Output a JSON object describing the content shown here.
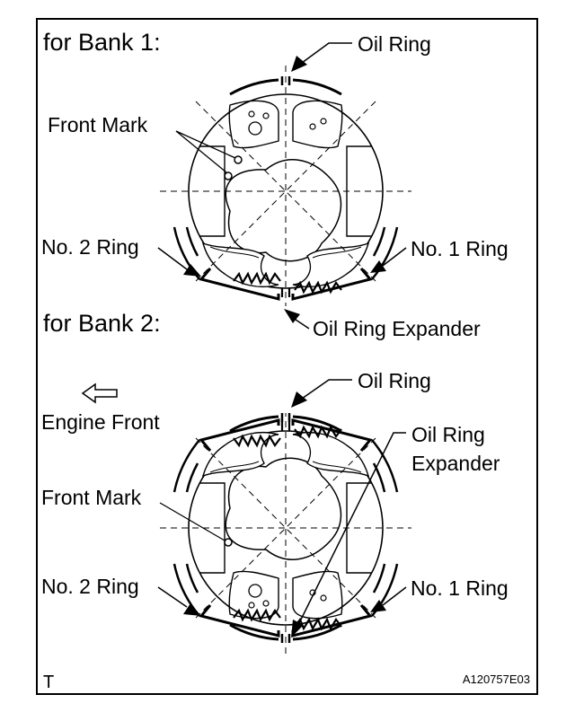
{
  "bank1": {
    "heading": "for Bank 1:",
    "labels": {
      "oil_ring": "Oil Ring",
      "front_mark": "Front Mark",
      "no2_ring": "No. 2 Ring",
      "no1_ring": "No. 1 Ring",
      "oil_ring_expander": "Oil Ring Expander"
    }
  },
  "bank2": {
    "heading": "for Bank 2:",
    "engine_front": "Engine Front",
    "labels": {
      "oil_ring": "Oil Ring",
      "oil_ring_expander_line1": "Oil Ring",
      "oil_ring_expander_line2": "Expander",
      "front_mark": "Front Mark",
      "no2_ring": "No. 2 Ring",
      "no1_ring": "No. 1 Ring"
    }
  },
  "footer": {
    "corner_mark": "T",
    "figure_code": "A120757E03"
  }
}
